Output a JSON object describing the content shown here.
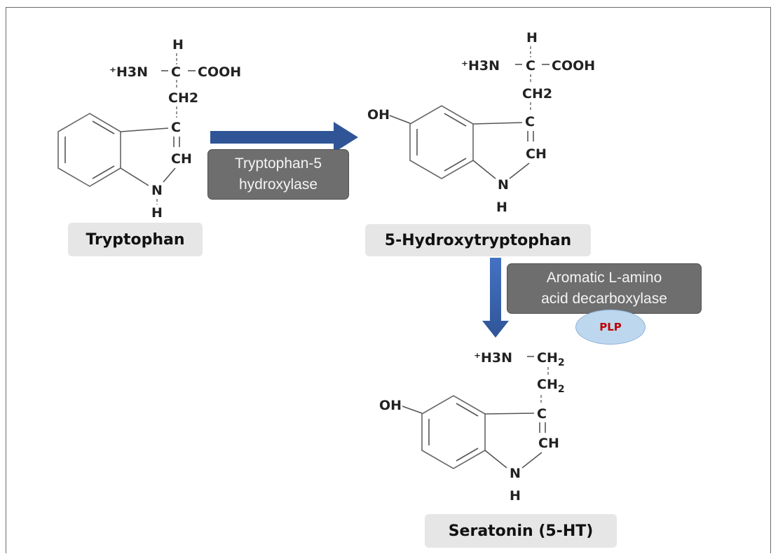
{
  "compounds": [
    {
      "name": "Tryptophan",
      "atoms": {
        "h_top": "H",
        "amine": "⁺H3N",
        "alpha_c": "C",
        "carboxyl": "COOH",
        "ch2": "CH2",
        "c3": "C",
        "ch": "CH",
        "n": "N",
        "nh": "H"
      }
    },
    {
      "name": "5-Hydroxytryptophan",
      "atoms": {
        "h_top": "H",
        "amine": "⁺H3N",
        "alpha_c": "C",
        "carboxyl": "COOH",
        "ch2": "CH2",
        "oh": "OH",
        "c3": "C",
        "ch": "CH",
        "n": "N",
        "nh": "H"
      }
    },
    {
      "name": "Seratonin (5-HT)",
      "atoms": {
        "amine": "⁺H3N",
        "ch2_a": "CH",
        "ch2_a_sub": "2",
        "ch2_b": "CH",
        "ch2_b_sub": "2",
        "oh": "OH",
        "c3": "C",
        "ch": "CH",
        "n": "N",
        "nh": "H"
      }
    }
  ],
  "enzymes": [
    {
      "line1": "Tryptophan-5",
      "line2": "hydroxylase"
    },
    {
      "line1": "Aromatic L-amino",
      "line2": "acid decarboxylase"
    }
  ],
  "cofactor": {
    "label": "PLP"
  },
  "colors": {
    "arrow": "#2f5597",
    "arrow_light": "#4472c4",
    "enzyme_box": "#6e6e6e",
    "label_box": "#e6e6e6",
    "cofactor_fill": "#bdd7ee",
    "cofactor_text": "#c00000"
  }
}
